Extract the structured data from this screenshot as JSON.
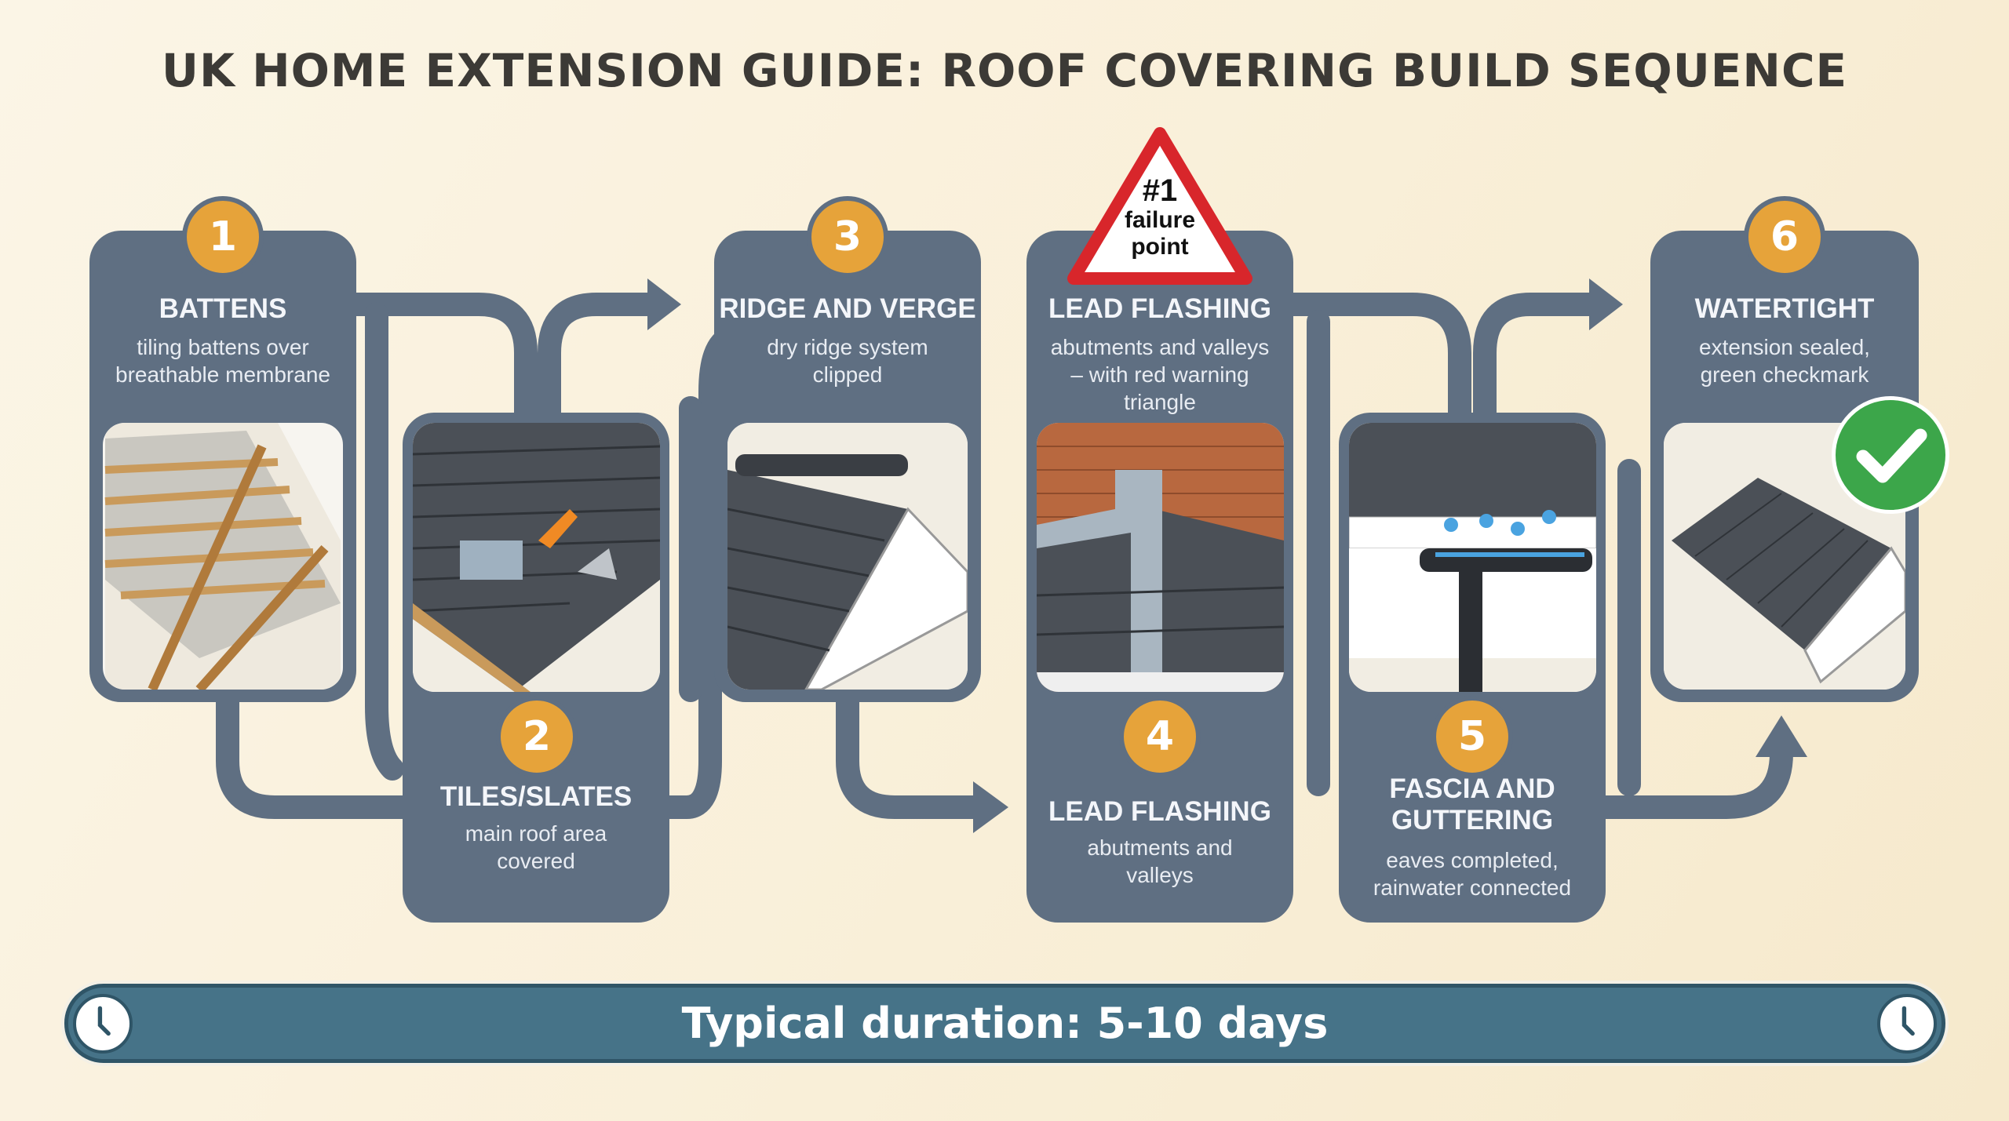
{
  "title": "UK HOME EXTENSION GUIDE: ROOF COVERING BUILD SEQUENCE",
  "colors": {
    "card": "#5f6f82",
    "badge": "#e6a33a",
    "warning": "#d8262b",
    "check": "#3ca64a",
    "duration_bar": "#467388"
  },
  "steps": [
    {
      "number": "1",
      "title": "BATTENS",
      "desc": [
        "tiling battens over",
        "breathable membrane"
      ],
      "image": "battens-on-rafters-illustration"
    },
    {
      "number": "2",
      "title": "TILES/SLATES",
      "desc": [
        "main roof area",
        "covered"
      ],
      "image": "slate-laying-trowel-illustration"
    },
    {
      "number": "3",
      "title": "RIDGE AND VERGE",
      "desc": [
        "dry ridge system",
        "clipped"
      ],
      "image": "ridge-verge-illustration"
    },
    {
      "number": "4",
      "title": "LEAD FLASHING",
      "desc": [
        "abutments and",
        "valleys"
      ],
      "top_title": "LEAD FLASHING",
      "top_desc": [
        "abutments and valleys",
        "– with red warning",
        "triangle"
      ],
      "image": "lead-flashing-brick-wall-illustration"
    },
    {
      "number": "5",
      "title": [
        "FASCIA AND",
        "GUTTERING"
      ],
      "desc": [
        "eaves completed,",
        "rainwater connected"
      ],
      "image": "gutter-downpipe-illustration"
    },
    {
      "number": "6",
      "title": "WATERTIGHT",
      "desc": [
        "extension sealed,",
        "green checkmark"
      ],
      "image": "finished-roof-illustration"
    }
  ],
  "warning": {
    "line1": "#1",
    "line2": "failure",
    "line3": "point",
    "icon": "warning-triangle-icon"
  },
  "duration": {
    "text": "Typical duration: 5-10 days",
    "icon": "clock-icon"
  }
}
